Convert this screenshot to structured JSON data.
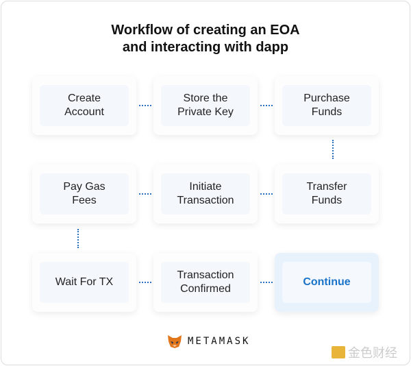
{
  "title": {
    "line1": "Workflow of creating an EOA",
    "line2": "and interacting with dapp"
  },
  "steps": [
    {
      "label1": "Create",
      "label2": "Account"
    },
    {
      "label1": "Store the",
      "label2": "Private Key"
    },
    {
      "label1": "Purchase",
      "label2": "Funds"
    },
    {
      "label1": "Pay Gas",
      "label2": "Fees"
    },
    {
      "label1": "Initiate",
      "label2": "Transaction"
    },
    {
      "label1": "Transfer",
      "label2": "Funds"
    },
    {
      "label1": "Wait For TX",
      "label2": ""
    },
    {
      "label1": "Transaction",
      "label2": "Confirmed"
    },
    {
      "label1": "Continue",
      "label2": ""
    }
  ],
  "brand": "METAMASK",
  "watermark": "金色财经",
  "colors": {
    "accent": "#1a73c9",
    "connector": "#2a6fc0"
  }
}
